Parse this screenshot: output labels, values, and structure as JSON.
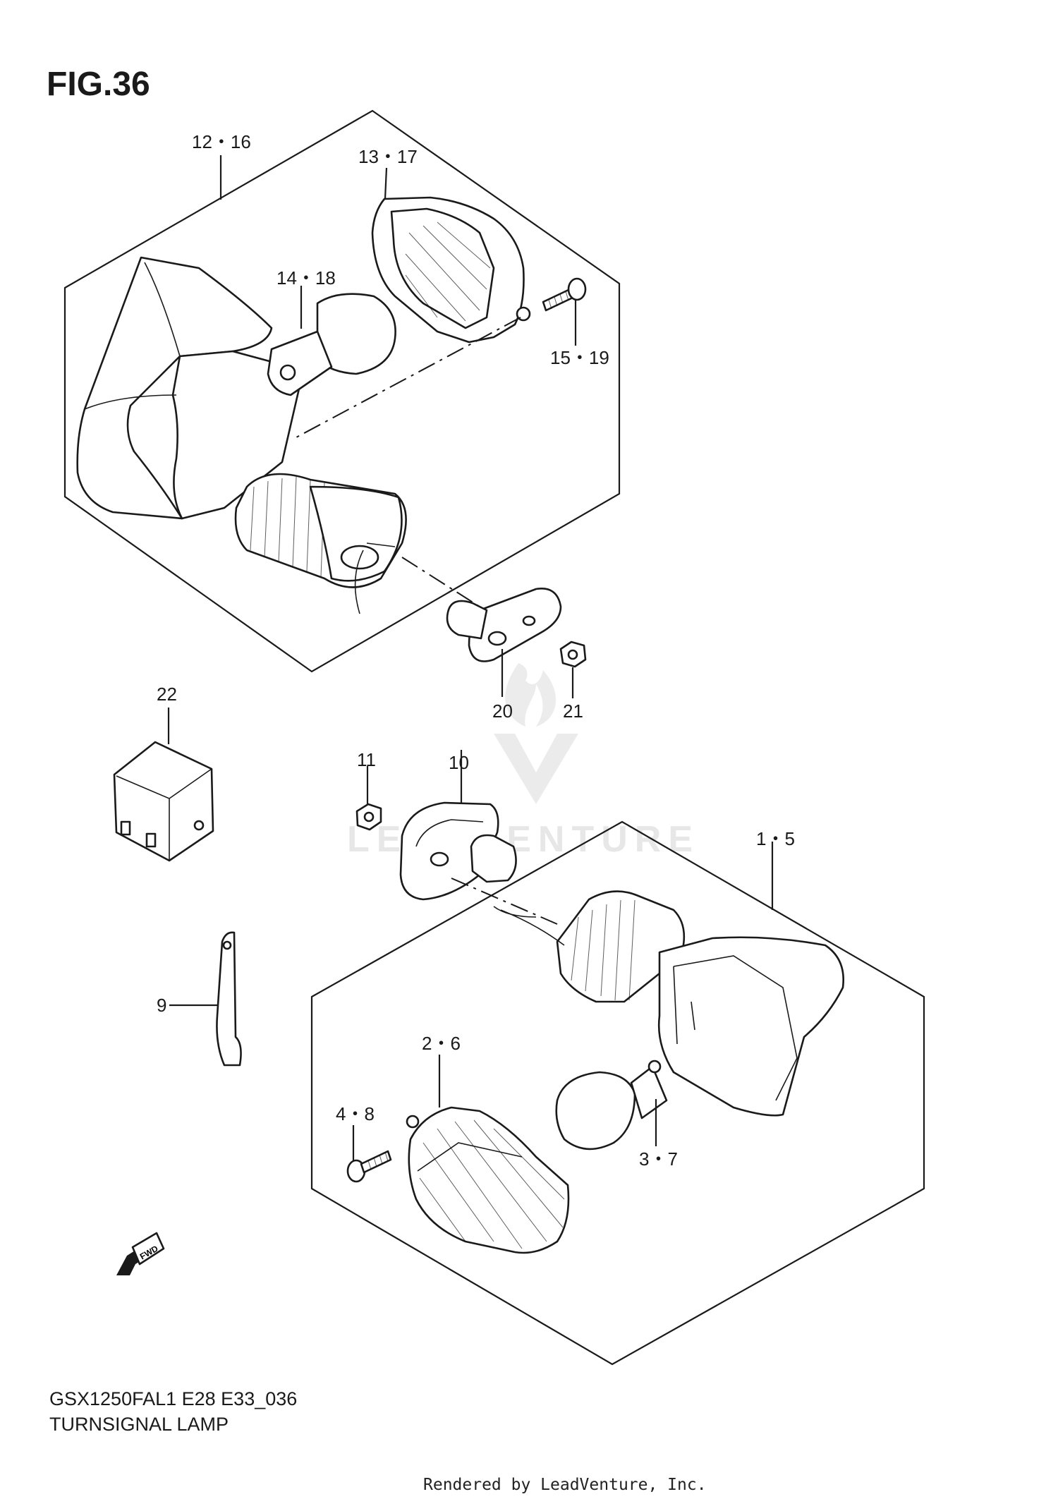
{
  "figure": {
    "title": "FIG.36"
  },
  "footer": {
    "model_code": "GSX1250FAL1 E28 E33_036",
    "diagram_title": "TURNSIGNAL LAMP",
    "credit": "Rendered by LeadVenture, Inc."
  },
  "watermark": {
    "text": "LEADVENTURE"
  },
  "direction_marker": {
    "label": "FWD"
  },
  "callouts": {
    "c12_16": "12・16",
    "c13_17": "13・17",
    "c14_18": "14・18",
    "c15_19": "15・19",
    "c20": "20",
    "c21": "21",
    "c22": "22",
    "c11": "11",
    "c10": "10",
    "c1_5": "1・5",
    "c9": "9",
    "c2_6": "2・6",
    "c4_8": "4・8",
    "c3_7": "3・7"
  }
}
